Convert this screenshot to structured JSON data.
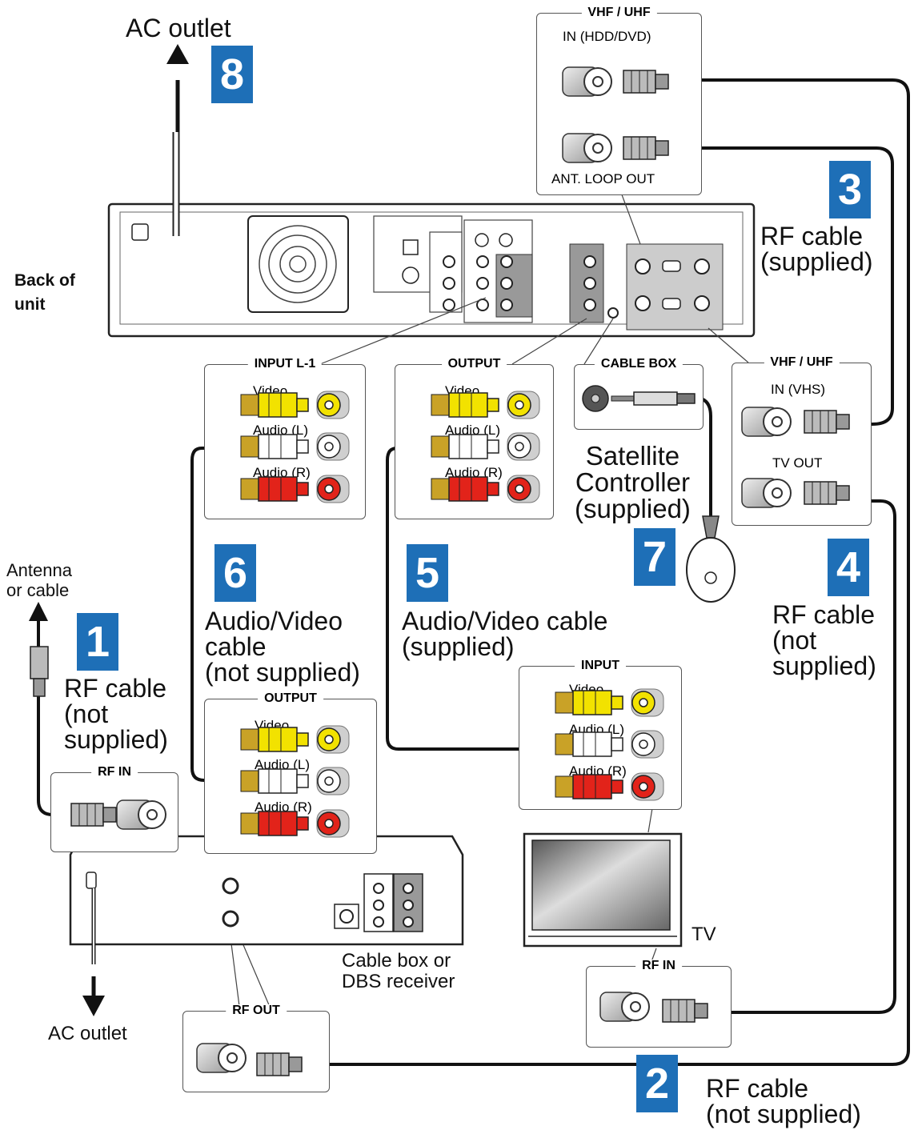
{
  "labels": {
    "ac_outlet_top": "AC outlet",
    "back_of_unit": "Back of\nunit",
    "antenna": "Antenna\nor cable",
    "ac_outlet_bottom": "AC outlet",
    "cable_box": "Cable box or\nDBS receiver",
    "tv": "TV",
    "satellite": "Satellite\nController\n(supplied)"
  },
  "panels": {
    "vhf_top_title": "VHF / UHF",
    "vhf_top_in": "IN (HDD/DVD)",
    "ant_loop_out": "ANT. LOOP OUT",
    "input_l1": "INPUT L-1",
    "output_unit": "OUTPUT",
    "cable_box_jack": "CABLE BOX",
    "vhf_right_title": "VHF / UHF",
    "vhf_right_in": "IN (VHS)",
    "tv_out": "TV OUT",
    "rf_in_box": "RF IN",
    "output_box": "OUTPUT",
    "input_tv": "INPUT",
    "rf_in_tv": "RF IN",
    "rf_out_box": "RF OUT",
    "video": "Video",
    "audio_l": "Audio (L)",
    "audio_r": "Audio (R)"
  },
  "steps": [
    {
      "num": "1",
      "text": "RF cable\n(not\nsupplied)"
    },
    {
      "num": "2",
      "text": "RF cable\n(not supplied)"
    },
    {
      "num": "3",
      "text": "RF cable\n(supplied)"
    },
    {
      "num": "4",
      "text": "RF cable\n(not\nsupplied)"
    },
    {
      "num": "5",
      "text": "Audio/Video cable\n(supplied)"
    },
    {
      "num": "6",
      "text": "Audio/Video\ncable\n(not supplied)"
    },
    {
      "num": "7",
      "text": ""
    },
    {
      "num": "8",
      "text": ""
    }
  ],
  "colors": {
    "step_badge": "#1e6fb7",
    "video_plug": "#f2e200",
    "audio_l_plug": "#ffffff",
    "audio_r_plug": "#e2231a"
  }
}
